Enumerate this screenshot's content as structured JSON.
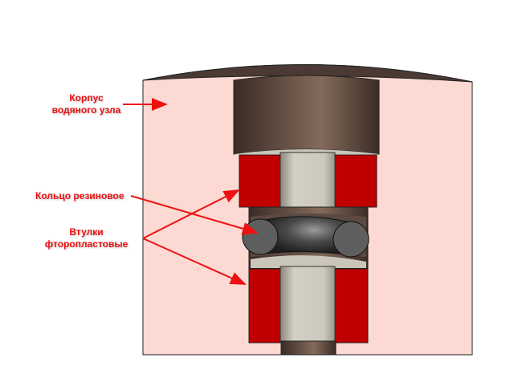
{
  "labels": {
    "housing_line1": "Корпус",
    "housing_line2": "водяного узла",
    "oring": "Кольцо резиновое",
    "bushings_line1": "Втулки",
    "bushings_line2": "фторопластовые"
  },
  "colors": {
    "annotation": "#ee1111",
    "housing": "#fdd9d3",
    "bushing": "#c00000",
    "metal": "#7a5e50"
  }
}
